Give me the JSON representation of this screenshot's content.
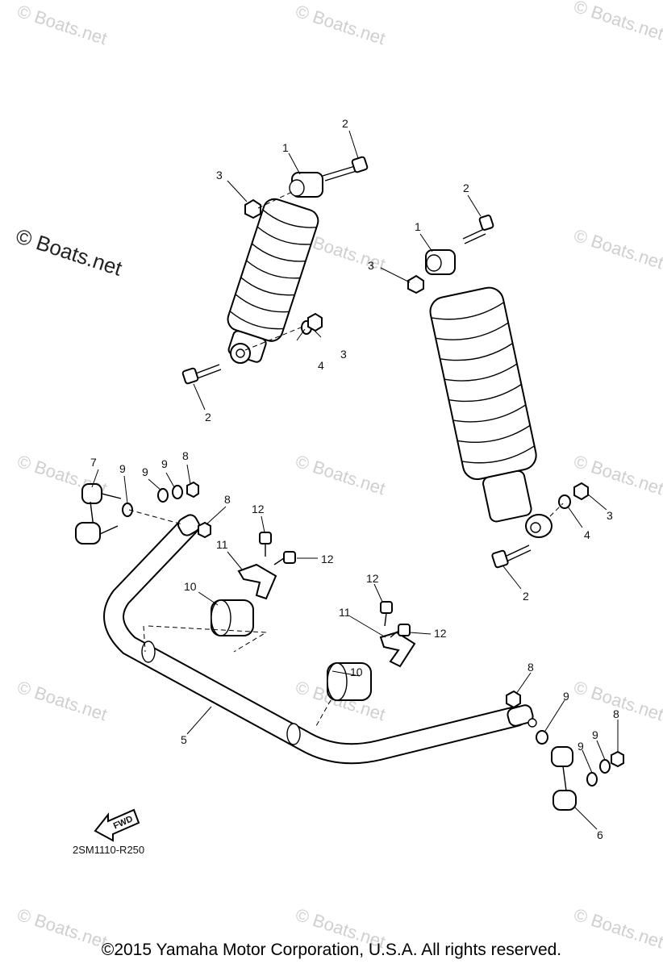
{
  "watermark": {
    "text": "© Boats.net"
  },
  "part_number": "2SM1110-R250",
  "fwd_label": "FWD",
  "copyright": "©2015 Yamaha Motor Corporation, U.S.A. All rights reserved.",
  "callouts": {
    "c1a": "1",
    "c1b": "1",
    "c2a": "2",
    "c2b": "2",
    "c2c": "2",
    "c2d": "2",
    "c3a": "3",
    "c3b": "3",
    "c3c": "3",
    "c3d": "3",
    "c4a": "4",
    "c4b": "4",
    "c5": "5",
    "c6": "6",
    "c7": "7",
    "c8a": "8",
    "c8b": "8",
    "c8c": "8",
    "c8d": "8",
    "c9a": "9",
    "c9b": "9",
    "c9c": "9",
    "c9d": "9",
    "c9e": "9",
    "c9f": "9",
    "c10a": "10",
    "c10b": "10",
    "c11a": "11",
    "c11b": "11",
    "c12a": "12",
    "c12b": "12",
    "c12c": "12",
    "c12d": "12"
  }
}
